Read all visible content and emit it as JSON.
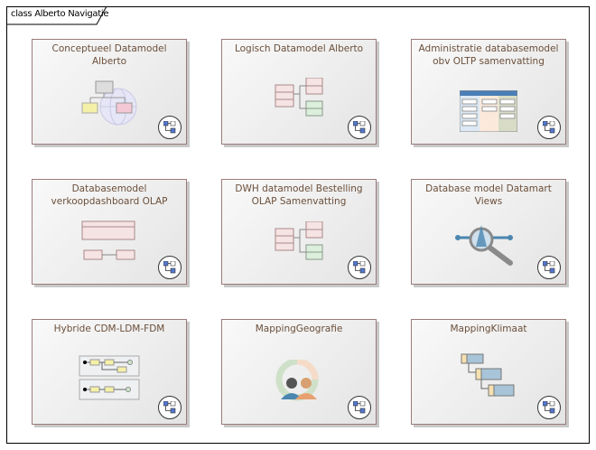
{
  "frame": {
    "title": "class Alberto Navigatie"
  },
  "boxes": [
    {
      "label": "Conceptueel Datamodel Alberto",
      "icon": "conceptual-globe-icon"
    },
    {
      "label": "Logisch Datamodel Alberto",
      "icon": "logical-model-icon"
    },
    {
      "label": "Administratie databasemodel obv OLTP samenvatting",
      "icon": "table-grid-icon"
    },
    {
      "label": "Databasemodel verkoopdashboard OLAP",
      "icon": "database-model-icon"
    },
    {
      "label": "DWH datamodel Bestelling OLAP Samenvatting",
      "icon": "logical-model-icon"
    },
    {
      "label": "Database model Datamart Views",
      "icon": "magnifier-icon"
    },
    {
      "label": "Hybride CDM-LDM-FDM",
      "icon": "hybrid-model-icon"
    },
    {
      "label": "MappingGeografie",
      "icon": "people-icon"
    },
    {
      "label": "MappingKlimaat",
      "icon": "hierarchy-icon"
    }
  ]
}
